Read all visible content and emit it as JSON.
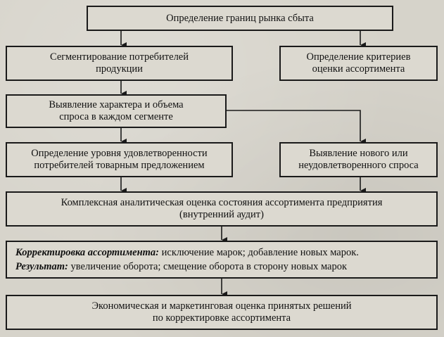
{
  "boxes": {
    "market_boundaries": "Определение границ рынка сбыта",
    "segmentation": [
      "Сегментирование потребителей",
      "продукции"
    ],
    "criteria": [
      "Определение критериев",
      "оценки ассортимента"
    ],
    "demand": [
      "Выявление характера и объема",
      "спроса в каждом сегменте"
    ],
    "satisfaction": [
      "Определение уровня удовлетворенности",
      "потребителей товарным предложением"
    ],
    "new_demand": [
      "Выявление нового или",
      "неудовлетворенного спроса"
    ],
    "audit": [
      "Комплексная аналитическая оценка состояния ассортимента предприятия",
      "(внутренний аудит)"
    ],
    "correction": {
      "label1": "Корректировка ассортимента:",
      "text1": " исключение марок; добавление новых марок.",
      "label2": "Результат:",
      "text2": " увеличение оборота; смещение оборота в сторону новых марок"
    },
    "evaluation": [
      "Экономическая и маркетинговая оценка принятых решений",
      "по корректировке ассортимента"
    ]
  }
}
